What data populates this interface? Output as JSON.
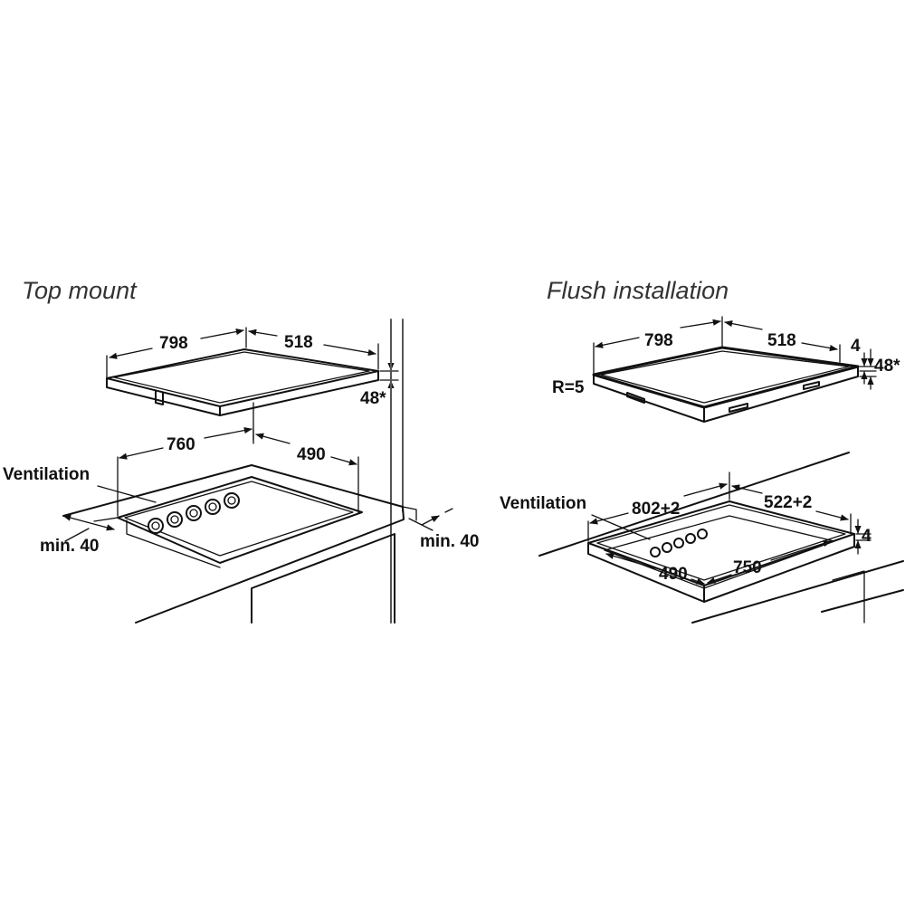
{
  "top_mount": {
    "title": "Top mount",
    "hob_width": "798",
    "hob_depth": "518",
    "hob_height": "48*",
    "cutout_width": "760",
    "cutout_depth": "490",
    "ventilation_label": "Ventilation",
    "min_left": "min. 40",
    "min_right": "min. 40",
    "vent_holes": 5
  },
  "flush_installation": {
    "title": "Flush installation",
    "hob_width": "798",
    "hob_depth": "518",
    "hob_edge": "4",
    "hob_height": "48*",
    "radius": "R=5",
    "ventilation_label": "Ventilation",
    "recess_width": "802+2",
    "recess_depth": "522+2",
    "recess_edge": "4",
    "cutout_depth": "490",
    "cutout_width": "750",
    "vent_holes": 5
  }
}
